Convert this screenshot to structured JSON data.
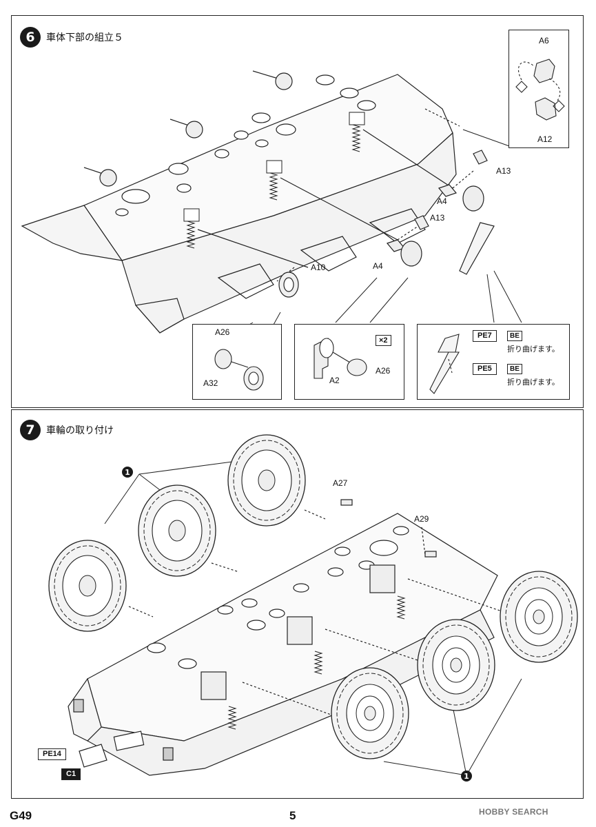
{
  "step6": {
    "number": "6",
    "title": "車体下部の組立５",
    "labels": {
      "a6": "A6",
      "a12": "A12",
      "a13_top": "A13",
      "a4_top": "A4",
      "a13_mid": "A13",
      "a4_mid": "A4",
      "a10": "A10",
      "a26_left": "A26",
      "a32": "A32",
      "a2": "A2",
      "a26_right": "A26"
    },
    "multiplier": "×2",
    "pe_parts": [
      {
        "tag": "PE7",
        "badge": "BE",
        "note": "折り曲げます。"
      },
      {
        "tag": "PE5",
        "badge": "BE",
        "note": "折り曲げます。"
      }
    ]
  },
  "step7": {
    "number": "7",
    "title": "車輪の取り付け",
    "labels": {
      "a27": "A27",
      "a29": "A29"
    },
    "wheel_ref_top": "1",
    "wheel_ref_bottom": "1",
    "pe14": "PE14",
    "c1": "C1"
  },
  "footer": {
    "code": "G49",
    "page": "5",
    "watermark": "HOBBY SEARCH"
  }
}
